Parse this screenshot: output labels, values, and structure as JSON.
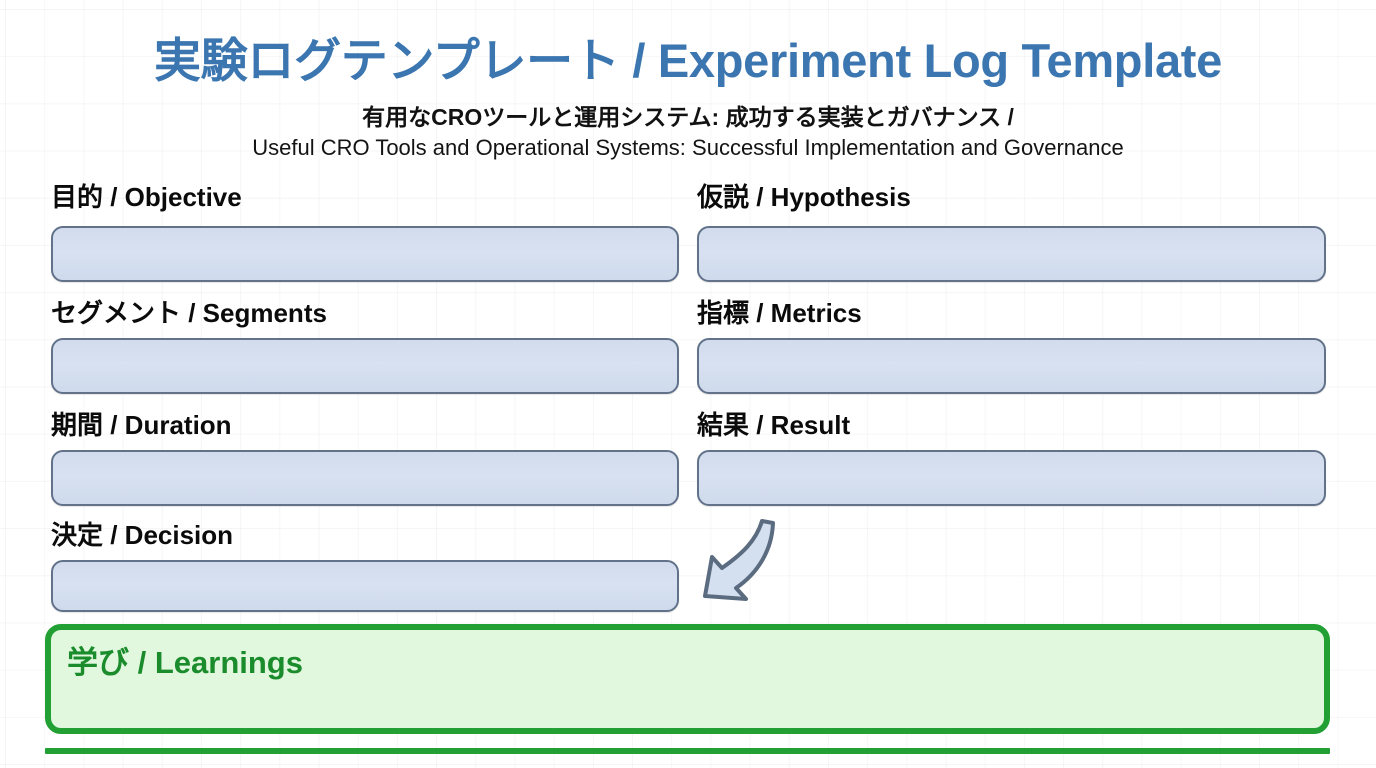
{
  "header": {
    "title": "実験ログテンプレート / Experiment Log Template",
    "subtitle_line1": "有用なCROツールと運用システム: 成功する実装とガバナンス /",
    "subtitle_line2": "Useful CRO Tools and Operational Systems: Successful Implementation and Governance",
    "title_color": "#3b76b0",
    "subtitle_color": "#121212"
  },
  "form": {
    "left_column": [
      {
        "label": "目的 / Objective",
        "value": "",
        "placeholder": ""
      },
      {
        "label": "セグメント / Segments",
        "value": "",
        "placeholder": ""
      },
      {
        "label": "期間 / Duration",
        "value": "",
        "placeholder": ""
      },
      {
        "label": "決定 / Decision",
        "value": "",
        "placeholder": ""
      }
    ],
    "right_column": [
      {
        "label": "仮説 / Hypothesis",
        "value": "",
        "placeholder": ""
      },
      {
        "label": "指標 / Metrics",
        "value": "",
        "placeholder": ""
      },
      {
        "label": "結果 / Result",
        "value": "",
        "placeholder": ""
      }
    ],
    "input_fill_color": "#d7e1f1",
    "input_border_color": "#61728a"
  },
  "annotation": {
    "arrow_icon": "curved-arrow-down-left-icon",
    "arrow_fill_color": "#d4e0f0",
    "arrow_border_color": "#5b6c80"
  },
  "learnings": {
    "label": "学び / Learnings",
    "value": "",
    "border_color": "#22a033",
    "fill_color": "#e1f7de",
    "text_color": "#1a8c2c"
  },
  "footer": {
    "rule_color": "#22a033"
  }
}
